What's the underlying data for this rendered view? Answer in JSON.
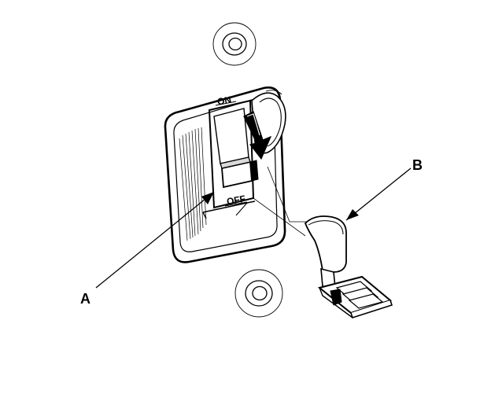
{
  "switch": {
    "on_label": "ON",
    "off_label": "OFF"
  },
  "callouts": {
    "a_label": "A",
    "b_label": "B"
  },
  "colors": {
    "ink": "#000000",
    "paper": "#ffffff",
    "shade": "#d9d9d9"
  }
}
